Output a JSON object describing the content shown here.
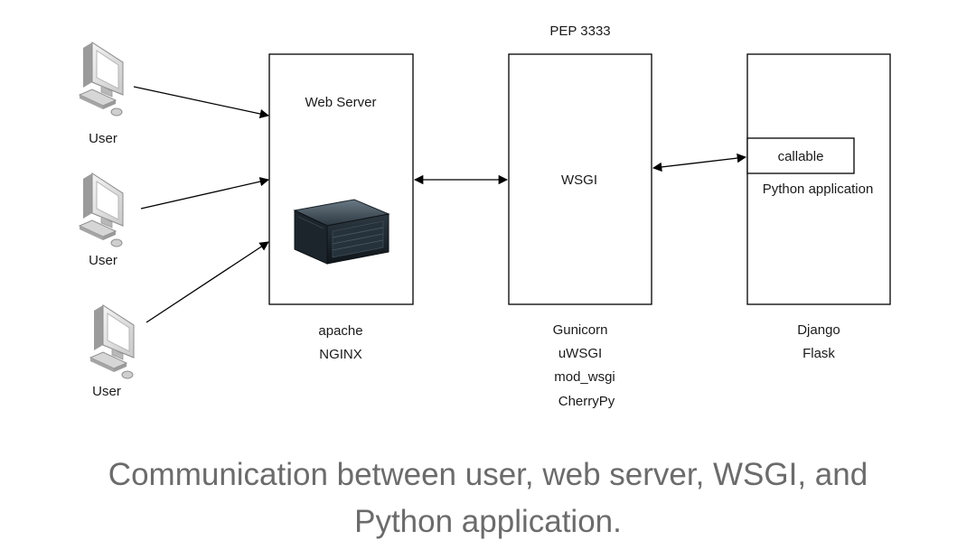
{
  "diagram": {
    "users": [
      {
        "label": "User"
      },
      {
        "label": "User"
      },
      {
        "label": "User"
      }
    ],
    "web_server": {
      "title": "Web Server",
      "examples": [
        "apache",
        "NGINX"
      ]
    },
    "wsgi": {
      "header": "PEP 3333",
      "title": "WSGI",
      "examples": [
        "Gunicorn",
        "uWSGI",
        "mod_wsgi",
        "CherryPy"
      ]
    },
    "python_app": {
      "callable_label": "callable",
      "subtitle": "Python application",
      "examples": [
        "Django",
        "Flask"
      ]
    }
  },
  "caption": {
    "line1": "Communication between user, web server, WSGI, and",
    "line2": "Python application."
  }
}
